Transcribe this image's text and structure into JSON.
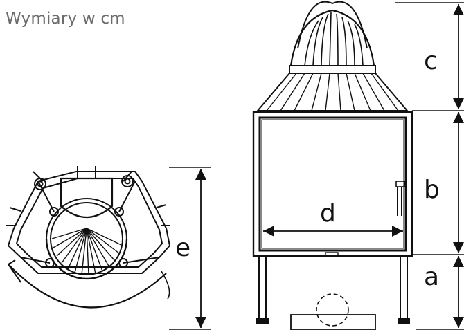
{
  "title": "Wymiary w cm",
  "dimensions": {
    "a": "a",
    "b": "b",
    "c": "c",
    "d": "d",
    "e": "e"
  }
}
